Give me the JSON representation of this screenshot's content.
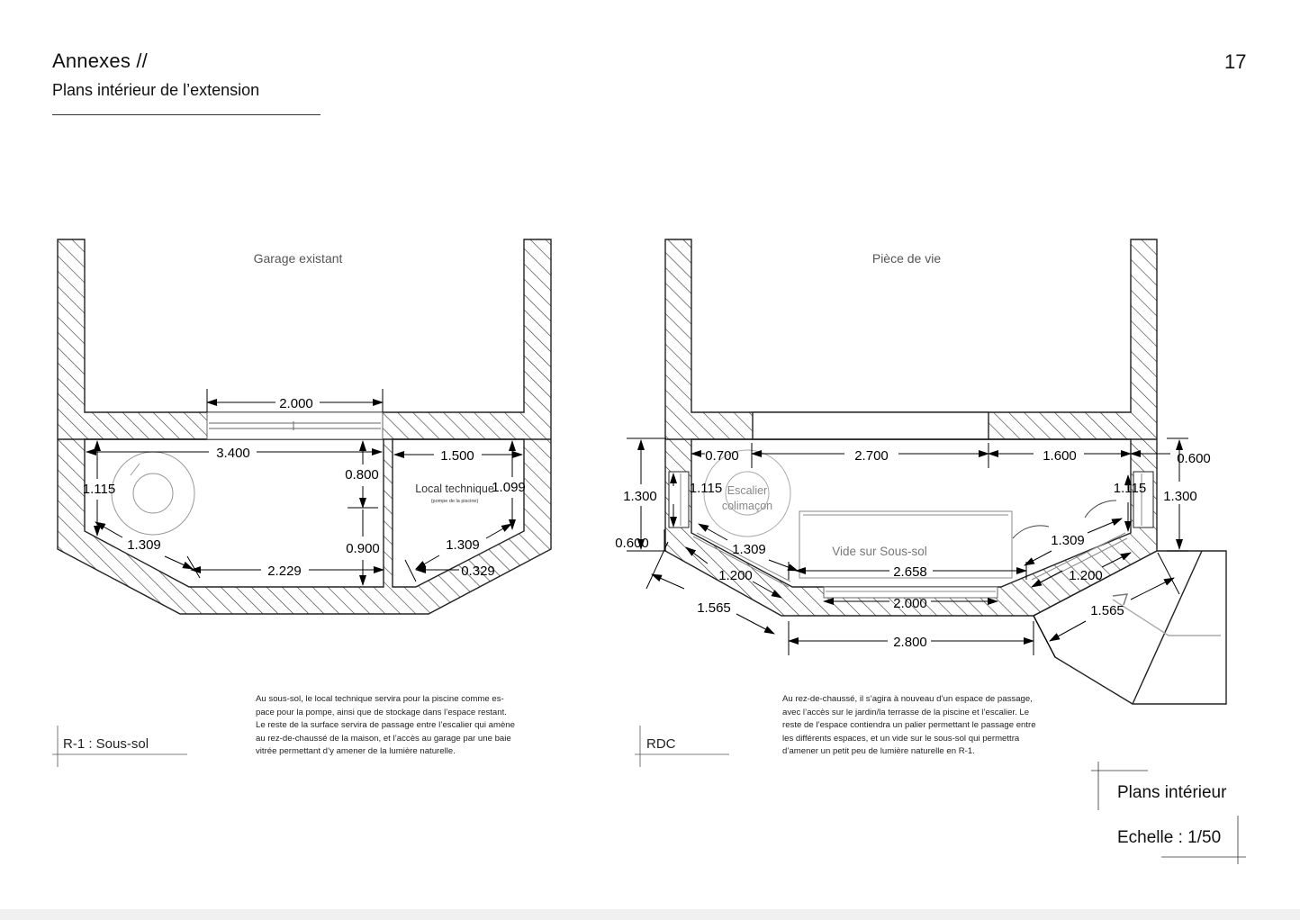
{
  "header": {
    "title": "Annexes  //",
    "subtitle": "Plans intérieur de l’extension",
    "page_number": "17"
  },
  "left_plan": {
    "room_top": "Garage existant",
    "room_technique": "Local technique",
    "room_technique_note": "(pompe de la piscine)",
    "caption": "R-1 : Sous-sol",
    "dims": {
      "d2000": "2.000",
      "d3400": "3.400",
      "d1500": "1.500",
      "d0800": "0.800",
      "d1115": "1.115",
      "d1099": "1.099",
      "d1309a": "1.309",
      "d0900": "0.900",
      "d1309b": "1.309",
      "d2229": "2.229",
      "d0329": "0.329"
    },
    "description": [
      "Au sous-sol, le local technique servira pour la piscine comme es-",
      "pace pour la pompe, ainsi que de stockage dans l’espace restant.",
      "Le reste de la surface servira de passage entre l’escalier qui amène",
      "au rez-de-chaussé de la maison, et l’accès au garage par une baie",
      "vitrée permettant d’y amener de la lumière naturelle."
    ]
  },
  "right_plan": {
    "room_top": "Pièce de vie",
    "stair_label_1": "Escalier",
    "stair_label_2": "colimaçon",
    "void_label": "Vide sur Sous-sol",
    "caption": "RDC",
    "dims": {
      "d0700": "0.700",
      "d2700": "2.700",
      "d1600": "1.600",
      "d0600a": "0.600",
      "d1300a": "1.300",
      "d1115a": "1.115",
      "d1115b": "1.115",
      "d1300b": "1.300",
      "d0600b": "0.600",
      "d1309a": "1.309",
      "d1309b": "1.309",
      "d1200a": "1.200",
      "d2658": "2.658",
      "d1200b": "1.200",
      "d1565a": "1.565",
      "d2000": "2.000",
      "d1565b": "1.565",
      "d2800": "2.800"
    },
    "description": [
      "Au rez-de-chaussé, il s’agira à nouveau d’un espace de passage,",
      "avec l’accès sur le jardin/la terrasse de la piscine et l’escalier. Le",
      "reste de l’espace contiendra un palier permettant le passage entre",
      "les différents espaces, et un vide sur le sous-sol qui permettra",
      "d’amener un petit peu de lumière naturelle en R-1."
    ]
  },
  "title_block": {
    "title": "Plans intérieur",
    "scale": "Echelle : 1/50"
  }
}
